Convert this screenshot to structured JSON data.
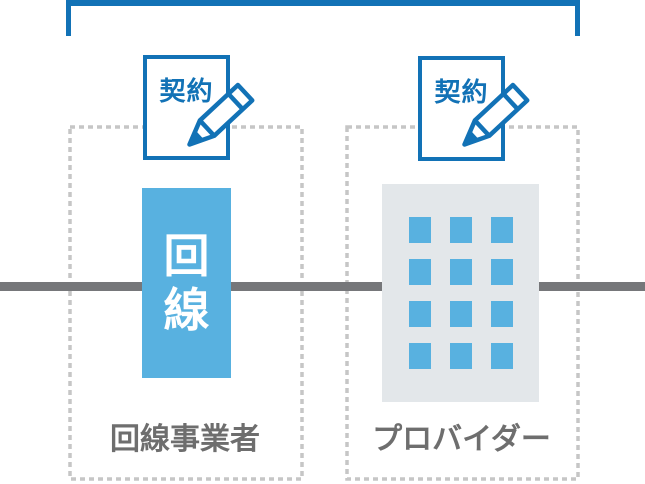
{
  "palette": {
    "primary_blue": "#1272b6",
    "light_blue": "#58b1e0",
    "building_gray": "#e3e7ea",
    "line_gray": "#76777a",
    "label_gray": "#6e6e6e",
    "dash_gray": "#c6c6c6"
  },
  "carrier": {
    "contract_label": "契約",
    "line_label": "回\n線",
    "name": "回線事業者"
  },
  "provider": {
    "contract_label": "契約",
    "name": "プロバイダー",
    "building": {
      "window_rows": 4,
      "window_cols": 3
    }
  }
}
